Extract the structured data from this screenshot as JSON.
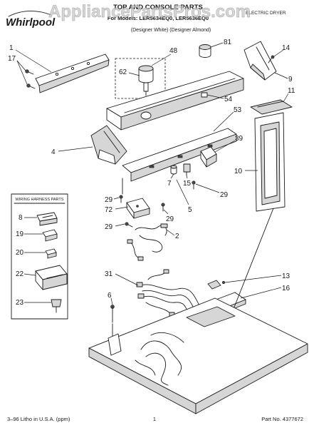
{
  "header": {
    "logo": "Whirlpool",
    "title": "TOP AND CONSOLE PARTS",
    "models": "For Models: LER5634EQ0, LER5636EQ0",
    "colors": "(Designer White) (Designer Almond)",
    "product_type": "ELECTRIC DRYER"
  },
  "watermark": "AppliancePartsPros.com",
  "callouts": [
    "1",
    "17",
    "48",
    "81",
    "14",
    "9",
    "62",
    "54",
    "11",
    "53",
    "4",
    "39",
    "10",
    "29",
    "7",
    "15",
    "29",
    "72",
    "5",
    "29",
    "29",
    "2",
    "31",
    "6",
    "13",
    "16"
  ],
  "harness_box": {
    "title": "WIRING HARNESS PARTS",
    "items": [
      "8",
      "19",
      "20",
      "22",
      "23"
    ]
  },
  "footer": {
    "litho": "3–96 Litho in U.S.A. (ppm)",
    "page": "1",
    "part_no": "Part No. 4377672"
  },
  "palette": {
    "ink": "#1a1a1a",
    "paper": "#ffffff",
    "watermark": "#c8c8c8"
  }
}
